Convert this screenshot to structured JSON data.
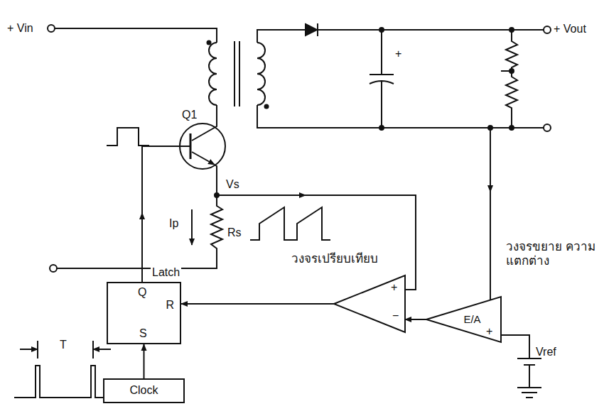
{
  "diagram": {
    "nodes": [
      {
        "text": [
          "Latch",
          "Q",
          "R",
          "S"
        ]
      },
      {
        "text": [
          "Clock"
        ]
      },
      {
        "text": [
          "+",
          "−"
        ]
      },
      {
        "text": [
          "E/A",
          "+"
        ]
      }
    ],
    "edges": [
      {
        "from": 1,
        "to": 0,
        "arrow": "to"
      },
      {
        "from": 2,
        "to": 0,
        "arrow": "to"
      },
      {
        "from": 3,
        "to": 2,
        "arrow": "to"
      }
    ],
    "labels": [
      "+ Vin",
      "+ Vout",
      "+",
      "Q1",
      "Vs",
      "Ip",
      "Rs",
      "วงจรเปรียบเทียบ",
      "วงจรขยาย ความแตกต่าง",
      "Vref",
      "T"
    ]
  }
}
